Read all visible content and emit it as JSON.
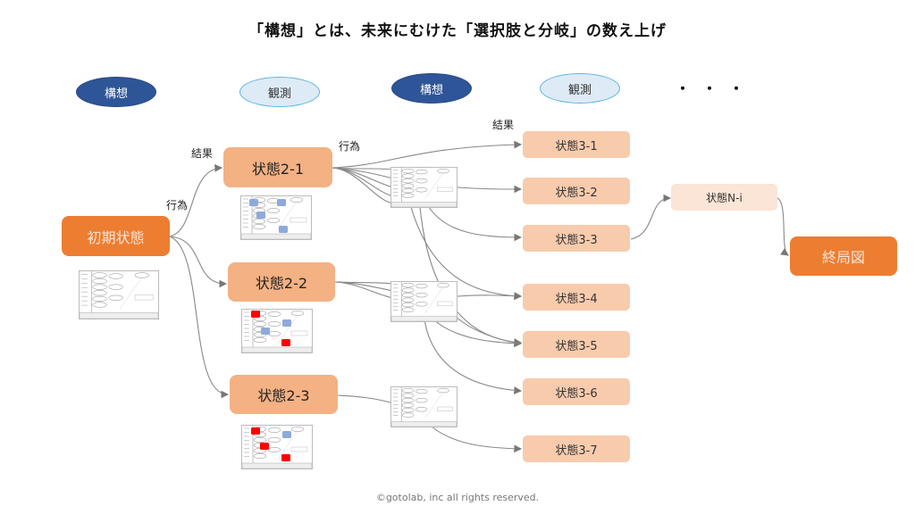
{
  "title": "「構想」とは、未来にむけた「選択肢と分岐」の数え上げ",
  "phases": [
    {
      "label": "構想",
      "style": "dark"
    },
    {
      "label": "観測",
      "style": "light"
    },
    {
      "label": "構想",
      "style": "dark"
    },
    {
      "label": "観測",
      "style": "light"
    }
  ],
  "ellipsis": "・・・",
  "edge_labels": {
    "action_1": "行為",
    "result_1": "結果",
    "action_2": "行為",
    "result_2": "結果"
  },
  "nodes": {
    "initial": "初期状態",
    "state2": [
      "状態2-1",
      "状態2-2",
      "状態2-3"
    ],
    "state3": [
      "状態3-1",
      "状態3-2",
      "状態3-3",
      "状態3-4",
      "状態3-5",
      "状態3-6",
      "状態3-7"
    ],
    "stateN": "状態N-i",
    "final": "終局図"
  },
  "colors": {
    "initial_final": "#ed7d31",
    "state2": "#f4b183",
    "state3": "#f8cbad",
    "stateN": "#fbe5d6",
    "concept_ellipse": "#2e5597",
    "observe_ellipse": "#deebf7",
    "marker_blue": "#8eaadb",
    "marker_red": "#ff0000"
  },
  "footer": "©gotolab, inc  all rights reserved."
}
